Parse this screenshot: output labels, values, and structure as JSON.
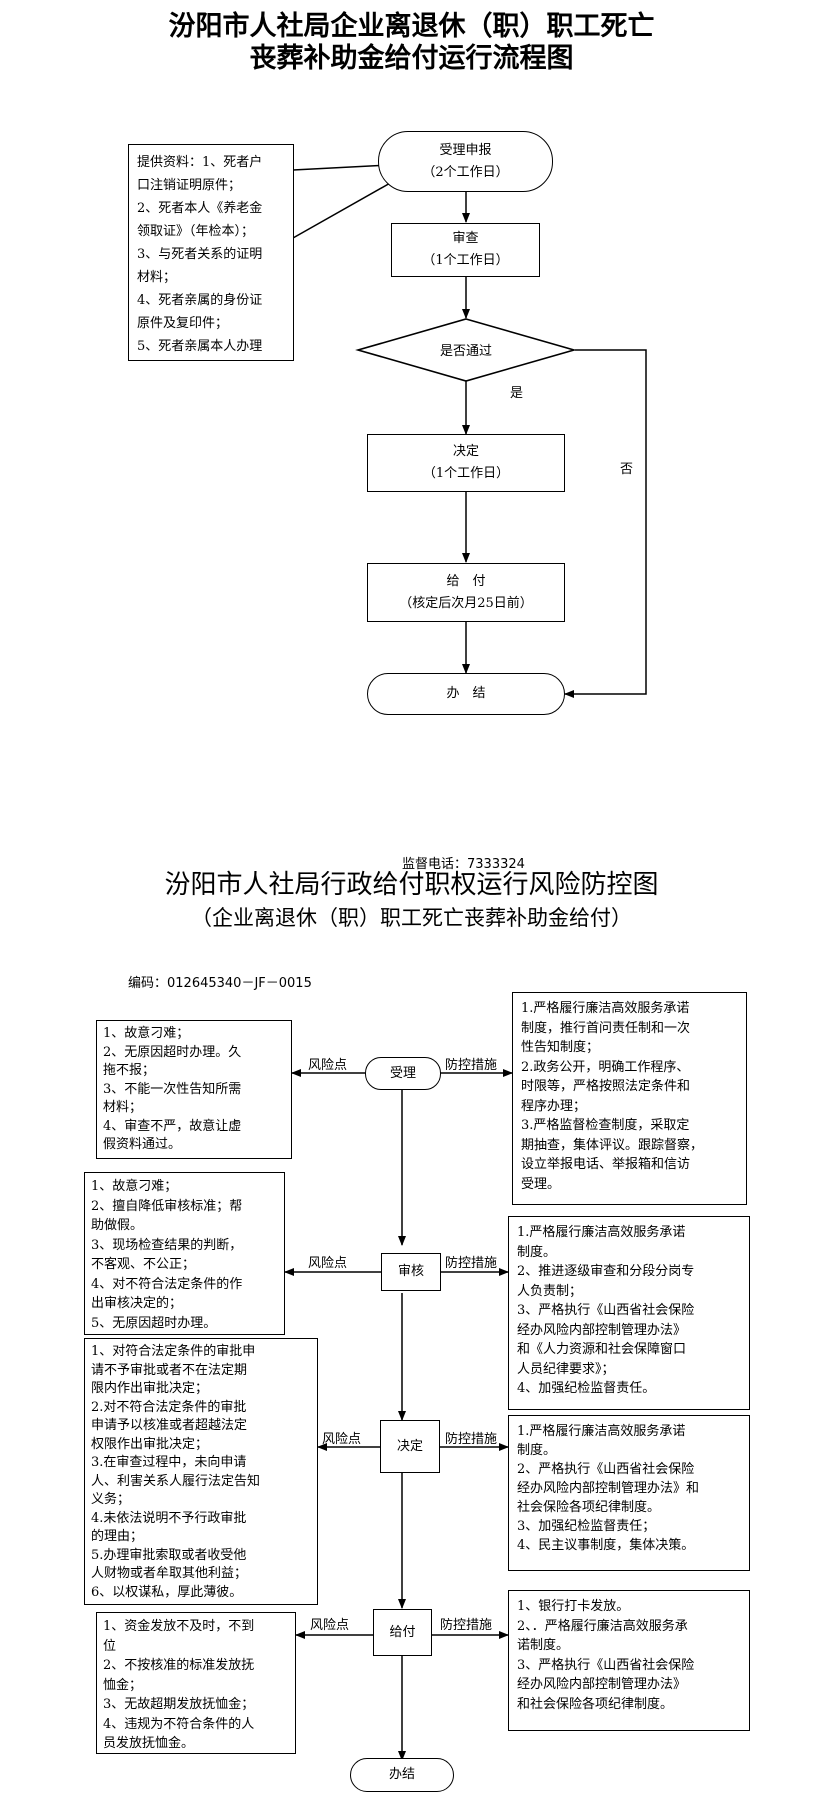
{
  "flow1": {
    "title_line1": "汾阳市人社局企业离退休（职）职工死亡",
    "title_line2": "丧葬补助金给付运行流程图",
    "materials": [
      "提供资料：1、死者户",
      "口注销证明原件；",
      "2、死者本人《养老金",
      "领取证》（年检本）；",
      "3、与死者关系的证明",
      "材料；",
      "4、死者亲属的身份证",
      "原件及复印件；",
      "5、死者亲属本人办理"
    ],
    "step1": {
      "name": "受理申报",
      "time": "（2个工作日）"
    },
    "step2": {
      "name": "审查",
      "time": "（1个工作日）"
    },
    "decision": "是否通过",
    "yes": "是",
    "no": "否",
    "step3": {
      "name": "决定",
      "time": "（1个工作日）"
    },
    "step4": {
      "name": "给　付",
      "time": "（核定后次月25日前）"
    },
    "end": "办　结"
  },
  "flow2": {
    "phone": "监督电话：7333324",
    "title": "汾阳市人社局行政给付职权运行风险防控图",
    "subtitle": "（企业离退休（职）职工死亡丧葬补助金给付）",
    "code": "编码：012645340－JF－0015",
    "risk_label": "风险点",
    "measure_label": "防控措施",
    "stages": [
      {
        "name": "受理",
        "risks": [
          "1、故意刁难；",
          "2、无原因超时办理。久",
          "拖不报；",
          "3、不能一次性告知所需",
          "材料；",
          "4、审查不严，故意让虚",
          "假资料通过。"
        ],
        "measures": [
          "1.严格履行廉洁高效服务承诺",
          "制度，推行首问责任制和一次",
          "性告知制度；",
          "2.政务公开，明确工作程序、",
          "时限等，严格按照法定条件和",
          "程序办理；",
          "3.严格监督检查制度，采取定",
          "期抽查，集体评议。跟踪督察，",
          "设立举报电话、举报箱和信访",
          "受理。"
        ]
      },
      {
        "name": "审核",
        "risks": [
          "1、故意刁难；",
          "2、擅自降低审核标准；帮",
          "助做假。",
          "3、现场检查结果的判断，",
          "不客观、不公正；",
          "4、对不符合法定条件的作",
          "出审核决定的；",
          "5、无原因超时办理。"
        ],
        "measures": [
          "1.严格履行廉洁高效服务承诺",
          "制度。",
          "2、推进逐级审查和分段分岗专",
          "人负责制；",
          "3、严格执行《山西省社会保险",
          "经办风险内部控制管理办法》",
          "和《人力资源和社会保障窗口",
          "人员纪律要求》；",
          "4、加强纪检监督责任。"
        ]
      },
      {
        "name": "决定",
        "risks": [
          "1、对符合法定条件的审批申",
          "请不予审批或者不在法定期",
          "限内作出审批决定；",
          "2.对不符合法定条件的审批",
          "申请予以核准或者超越法定",
          "权限作出审批决定；",
          "3.在审查过程中，未向申请",
          "人、利害关系人履行法定告知",
          "义务；",
          "4.未依法说明不予行政审批",
          "的理由；",
          "5.办理审批索取或者收受他",
          "人财物或者牟取其他利益；",
          "6、以权谋私，厚此薄彼。"
        ],
        "measures": [
          "1.严格履行廉洁高效服务承诺",
          "制度。",
          "2、严格执行《山西省社会保险",
          "经办风险内部控制管理办法》和",
          "社会保险各项纪律制度。",
          "3、加强纪检监督责任；",
          "4、民主议事制度，集体决策。"
        ]
      },
      {
        "name": "给付",
        "risks": [
          "1、资金发放不及时，不到",
          "位",
          "2、不按核准的标准发放抚",
          "恤金；",
          "3、无故超期发放抚恤金；",
          "4、违规为不符合条件的人",
          "员发放抚恤金。"
        ],
        "measures": [
          "1、银行打卡发放。",
          "2、．严格履行廉洁高效服务承",
          "诺制度。",
          "3、严格执行《山西省社会保险",
          "经办风险内部控制管理办法》",
          "和社会保险各项纪律制度。"
        ]
      }
    ],
    "end": "办结"
  }
}
